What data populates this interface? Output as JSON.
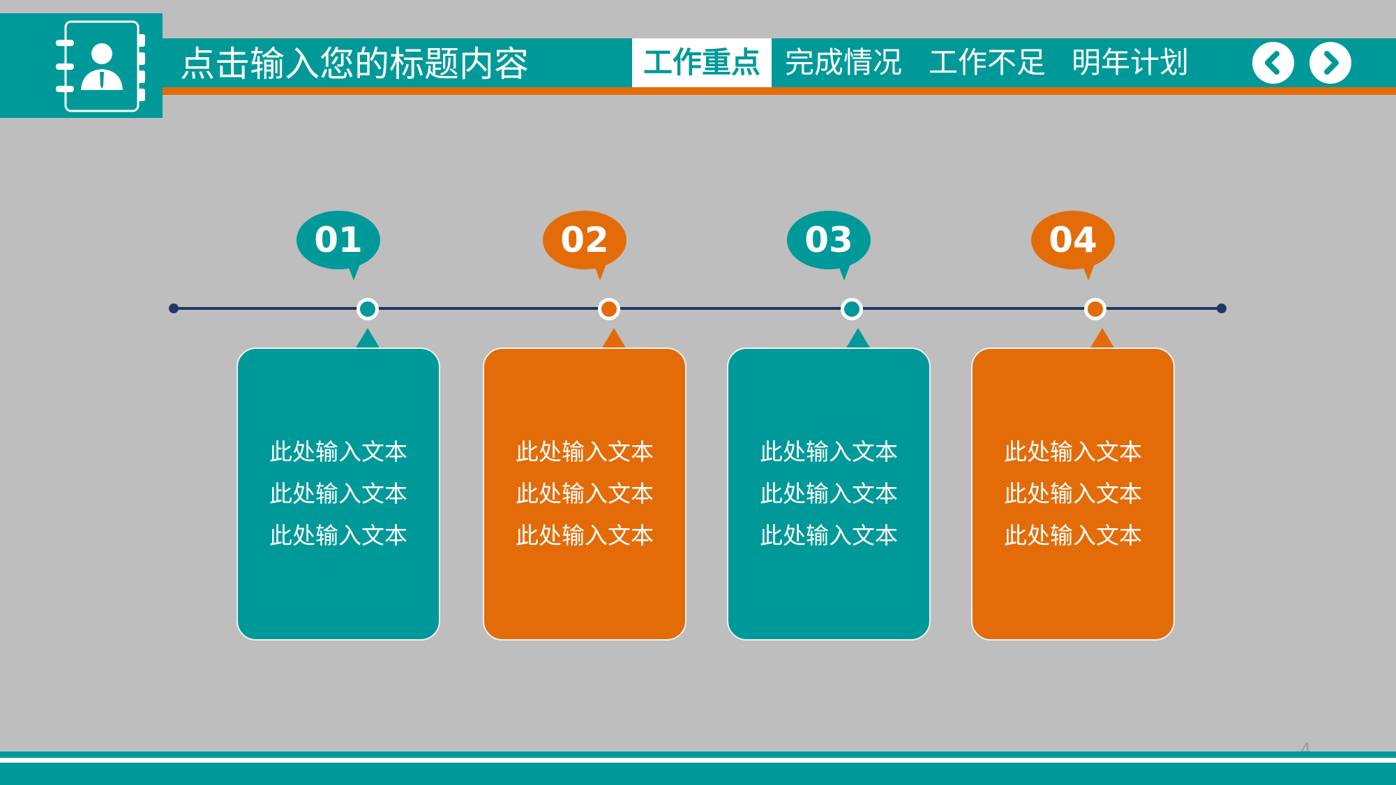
{
  "header": {
    "title": "点击输入您的标题内容",
    "tabs": [
      {
        "label": "工作重点",
        "active": true
      },
      {
        "label": "完成情况",
        "active": false
      },
      {
        "label": "工作不足",
        "active": false
      },
      {
        "label": "明年计划",
        "active": false
      }
    ],
    "logo_icon": "contact-book-icon",
    "prev_icon": "chevron-left-icon",
    "next_icon": "chevron-right-icon"
  },
  "timeline": {
    "items": [
      {
        "number": "01",
        "lines": [
          "此处输入文本",
          "此处输入文本",
          "此处输入文本"
        ],
        "color": "#009999"
      },
      {
        "number": "02",
        "lines": [
          "此处输入文本",
          "此处输入文本",
          "此处输入文本"
        ],
        "color": "#e36c09"
      },
      {
        "number": "03",
        "lines": [
          "此处输入文本",
          "此处输入文本",
          "此处输入文本"
        ],
        "color": "#009999"
      },
      {
        "number": "04",
        "lines": [
          "此处输入文本",
          "此处输入文本",
          "此处输入文本"
        ],
        "color": "#e36c09"
      }
    ]
  },
  "footer": {
    "page_number": "4"
  },
  "colors": {
    "teal": "#009999",
    "orange": "#e36c09",
    "navy": "#1f3864",
    "background": "#bebebe"
  }
}
